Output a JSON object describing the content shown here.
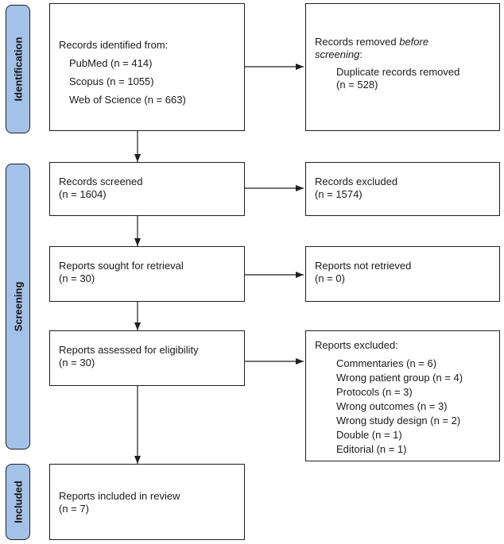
{
  "phases": {
    "identification": "Identification",
    "screening": "Screening",
    "included": "Included"
  },
  "identified": {
    "title": "Records identified from:",
    "sources": [
      "PubMed (n = 414)",
      "Scopus (n = 1055)",
      "Web of Science (n = 663)"
    ]
  },
  "removed": {
    "title_prefix": "Records removed ",
    "title_emph": "before",
    "title_line2": "screening",
    "title_colon": ":",
    "detail_line1": "Duplicate records removed",
    "detail_line2": "(n = 528)"
  },
  "screened": {
    "title": "Records screened",
    "count": "(n = 1604)"
  },
  "excluded": {
    "title": "Records excluded",
    "count": "(n = 1574)"
  },
  "sought": {
    "title": "Reports sought for retrieval",
    "count": "(n = 30)"
  },
  "not_retrieved": {
    "title": "Reports not retrieved",
    "count": "(n = 0)"
  },
  "assessed": {
    "title": "Reports assessed for eligibility",
    "count": "(n = 30)"
  },
  "reports_excluded": {
    "title": "Reports excluded:",
    "reasons": [
      "Commentaries (n = 6)",
      "Wrong patient group (n = 4)",
      "Protocols (n = 3)",
      "Wrong outcomes (n = 3)",
      "Wrong study design (n = 2)",
      "Double (n = 1)",
      "Editorial (n = 1)"
    ]
  },
  "included": {
    "title": "Reports included in review",
    "count": "(n = 7)"
  },
  "colors": {
    "phase_fill": "#a4c2e8",
    "stroke": "#1f1f1f"
  }
}
